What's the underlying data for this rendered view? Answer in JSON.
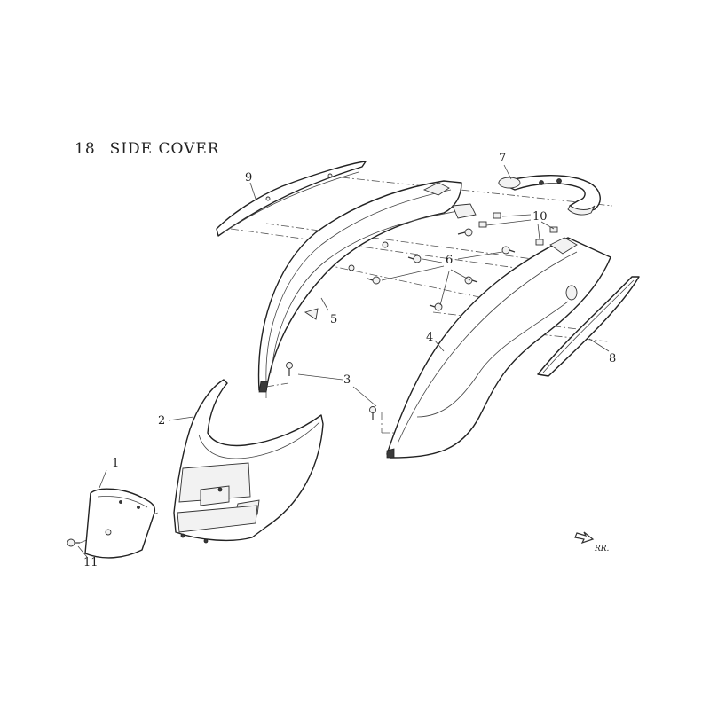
{
  "diagram": {
    "section_number": "18",
    "section_title": "SIDE COVER",
    "direction_label": "RR.",
    "callouts": [
      "1",
      "2",
      "3",
      "4",
      "5",
      "6",
      "7",
      "8",
      "9",
      "10",
      "11"
    ]
  }
}
